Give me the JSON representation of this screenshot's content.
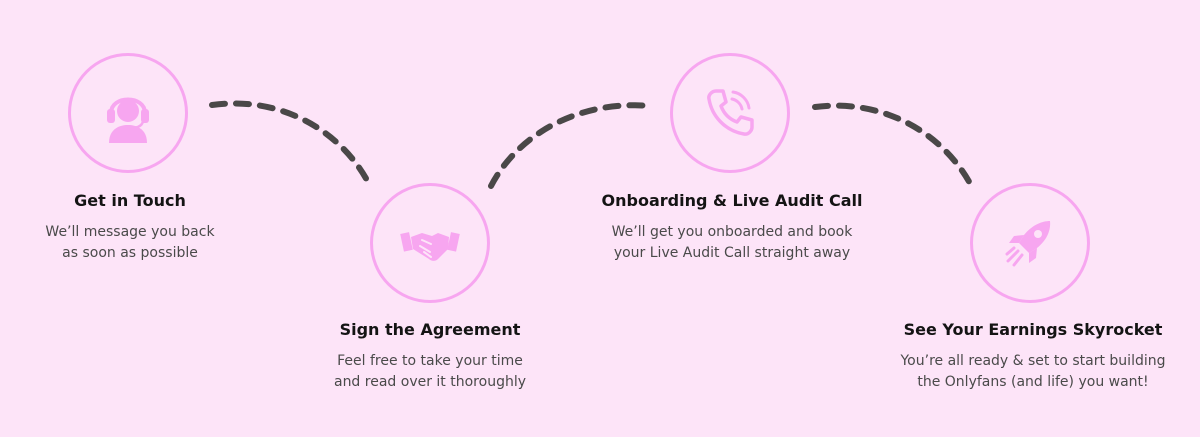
{
  "colors": {
    "background": "#fde4f8",
    "accent": "#f7a6f0",
    "connector": "#4a4848"
  },
  "steps": [
    {
      "icon": "headset-support-icon",
      "title": "Get in Touch",
      "desc_line1": "We’ll message you back",
      "desc_line2": "as soon as possible"
    },
    {
      "icon": "handshake-icon",
      "title": "Sign the Agreement",
      "desc_line1": "Feel free to take your time",
      "desc_line2": "and read over it thoroughly"
    },
    {
      "icon": "phone-call-icon",
      "title": "Onboarding & Live Audit Call",
      "desc_line1": "We’ll get you onboarded and book",
      "desc_line2": "your Live Audit Call straight away"
    },
    {
      "icon": "rocket-icon",
      "title": "See Your Earnings Skyrocket",
      "desc_line1": "You’re all ready & set to start building",
      "desc_line2": "the Onlyfans (and life) you want!"
    }
  ]
}
